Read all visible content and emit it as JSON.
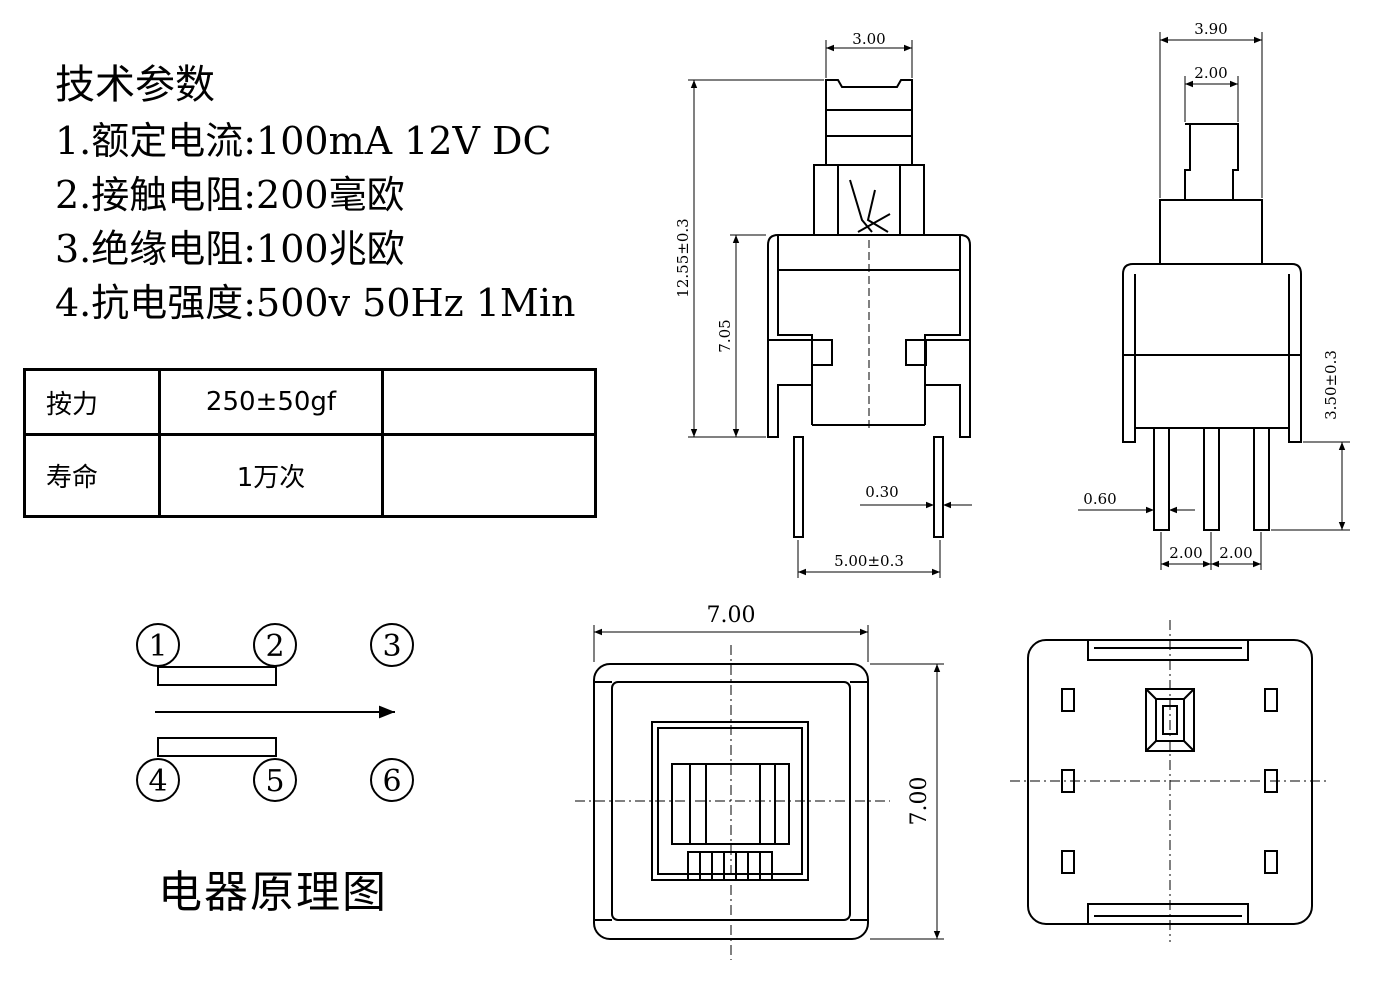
{
  "specs": {
    "title": "技术参数",
    "lines": [
      "1.额定电流:100mA 12V DC",
      "2.接触电阻:200毫欧",
      "3.绝缘电阻:100兆欧",
      "4.抗电强度:500v 50Hz 1Min"
    ]
  },
  "table": {
    "rows": [
      {
        "label": "按力",
        "value": "250±50gf",
        "extra": ""
      },
      {
        "label": "寿命",
        "value": "1万次",
        "extra": ""
      }
    ]
  },
  "schematic": {
    "title": "电器原理图",
    "pins": [
      "1",
      "2",
      "3",
      "4",
      "5",
      "6"
    ]
  },
  "dimensions": {
    "front_top_width": "3.00",
    "front_total_height": "12.55±0.3",
    "front_body_height": "7.05",
    "front_pin_thickness": "0.30",
    "front_pin_spacing": "5.00±0.3",
    "side_top_width": "3.90",
    "side_plunger_width": "2.00",
    "side_pin_length": "3.50±0.3",
    "side_pin_width": "0.60",
    "side_pin_pitch_1": "2.00",
    "side_pin_pitch_2": "2.00",
    "top_view_width": "7.00",
    "top_view_height": "7.00"
  }
}
